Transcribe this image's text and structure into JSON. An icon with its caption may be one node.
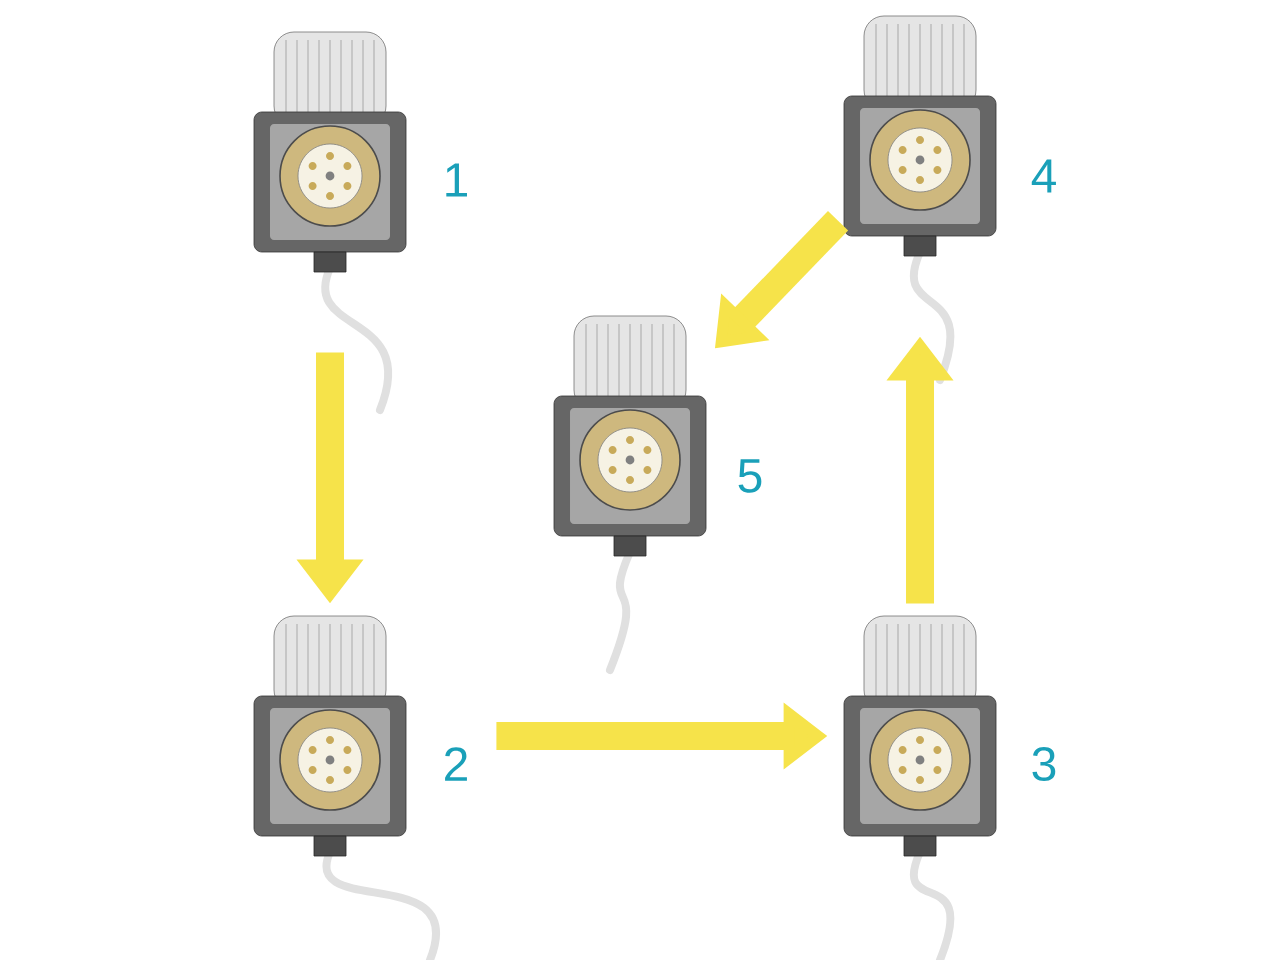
{
  "diagram": {
    "nodes": [
      {
        "text": [],
        "shape": "picture",
        "beside": [
          "1"
        ]
      },
      {
        "text": [],
        "shape": "picture",
        "beside": [
          "2"
        ]
      },
      {
        "text": [],
        "shape": "picture",
        "beside": [
          "3"
        ]
      },
      {
        "text": [],
        "shape": "picture",
        "beside": [
          "4"
        ]
      },
      {
        "text": [],
        "shape": "picture",
        "beside": [
          "5"
        ]
      }
    ],
    "edges": [
      {
        "from": 0,
        "to": 1,
        "arrow": "to"
      },
      {
        "from": 1,
        "to": 2,
        "arrow": "to"
      },
      {
        "from": 2,
        "to": 3,
        "arrow": "to"
      },
      {
        "from": 3,
        "to": 4,
        "arrow": "to"
      }
    ]
  }
}
